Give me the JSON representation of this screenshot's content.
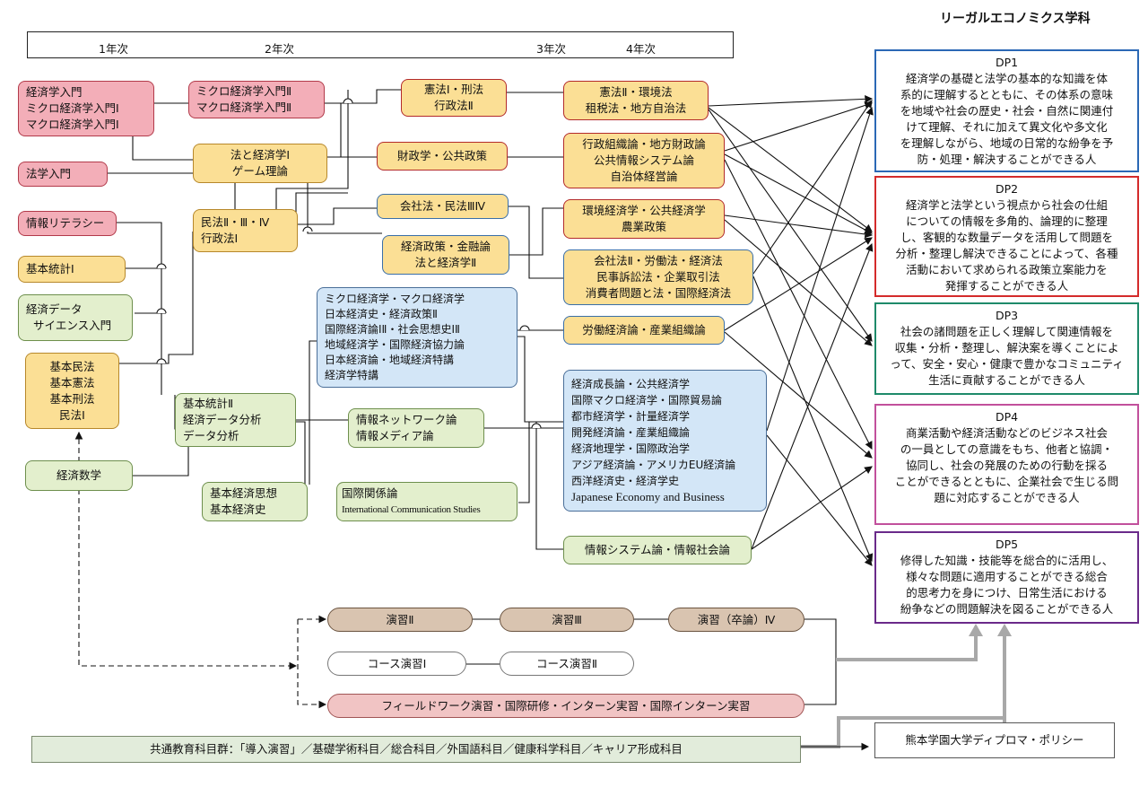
{
  "header": {
    "department": "リーガルエコノミクス学科"
  },
  "years": [
    "1年次",
    "2年次",
    "3年次",
    "4年次"
  ],
  "courses": {
    "keizai_nyumon": [
      "経済学入門",
      "ミクロ経済学入門Ⅰ",
      "マクロ経済学入門Ⅰ"
    ],
    "micro_macro2": [
      "ミクロ経済学入門Ⅱ",
      "マクロ経済学入門Ⅱ"
    ],
    "kenpo_keiho": [
      "憲法Ⅰ・刑法",
      "行政法Ⅱ"
    ],
    "kenpo2": [
      "憲法Ⅱ・環境法",
      "租税法・地方自治法"
    ],
    "hogaku_nyumon": "法学入門",
    "hou_keizai1": [
      "法と経済学Ⅰ",
      "ゲーム理論"
    ],
    "zaisei": "財政学・公共政策",
    "gyosei": [
      "行政組織論・地方財政論",
      "公共情報システム論",
      "自治体経営論"
    ],
    "joho_literacy": "情報リテラシー",
    "minpo": [
      "民法Ⅱ・Ⅲ・Ⅳ",
      "行政法Ⅰ"
    ],
    "kaisha_minpo": "会社法・民法ⅢⅣ",
    "kankyo": [
      "環境経済学・公共経済学",
      "農業政策"
    ],
    "kihon_tokei1": "基本統計Ⅰ",
    "keizai_seisaku": [
      "経済政策・金融論",
      "法と経済学Ⅱ"
    ],
    "kaisha2": [
      "会社法Ⅱ・労働法・経済法",
      "民事訴訟法・企業取引法",
      "消費者問題と法・国際経済法"
    ],
    "data_science": [
      "経済データ",
      "サイエンス入門"
    ],
    "micro_group": [
      "ミクロ経済学・マクロ経済学",
      "日本経済史・経済政策Ⅱ",
      "国際経済論ⅠⅡ・社会思想史ⅠⅡ",
      "地域経済学・国際経済協力論",
      "日本経済論・地域経済特講",
      "経済学特講"
    ],
    "rodo": "労働経済論・産業組織論",
    "kihon_hou": [
      "基本民法",
      "基本憲法",
      "基本刑法",
      "民法Ⅰ"
    ],
    "kihon_tokei2": [
      "基本統計Ⅱ",
      "経済データ分析",
      "データ分析"
    ],
    "joho_network": [
      "情報ネットワーク論",
      "情報メディア論"
    ],
    "seicho_group": [
      "経済成長論・公共経済学",
      "国際マクロ経済学・国際貿易論",
      "都市経済学・計量経済学",
      "開発経済論・産業組織論",
      "経済地理学・国際政治学",
      "アジア経済論・アメリカEU経済論",
      "西洋経済史・経済学史",
      "Japanese Economy and Business"
    ],
    "keizai_sugaku": "経済数学",
    "kihon_shiso": [
      "基本経済思想",
      "基本経済史"
    ],
    "kokusai_kankei": [
      "国際関係論",
      "International Communication Studies"
    ],
    "joho_system": "情報システム論・情報社会論"
  },
  "seminars": {
    "enshu2": "演習Ⅱ",
    "enshu3": "演習Ⅲ",
    "enshu4": "演習（卒論）Ⅳ",
    "course1": "コース演習Ⅰ",
    "course2": "コース演習Ⅱ",
    "field": "フィールドワーク演習・国際研修・インターン実習・国際インターン実習"
  },
  "common": "共通教育科目群：「導入演習」／基礎学術科目／総合科目／外国語科目／健康科学科目／キャリア形成科目",
  "diploma_policy": "熊本学園大学ディプロマ・ポリシー",
  "dps": [
    {
      "title": "DP1",
      "text": [
        "経済学の基礎と法学の基本的な知識を体",
        "系的に理解するとともに、その体系の意味",
        "を地域や社会の歴史・社会・自然に関連付",
        "けて理解、それに加えて異文化や多文化",
        "を理解しながら、地域の日常的な紛争を予",
        "防・処理・解決することができる人"
      ],
      "color": "#2b68b5"
    },
    {
      "title": "DP2",
      "text": [
        "経済学と法学という視点から社会の仕組",
        "についての情報を多角的、論理的に整理",
        "し、客観的な数量データを活用して問題を",
        "分析・整理し解決できることによって、各種",
        "活動において求められる政策立案能力を",
        "発揮することができる人"
      ],
      "color": "#d42b2b"
    },
    {
      "title": "DP3",
      "text": [
        "社会の諸問題を正しく理解して関連情報を",
        "収集・分析・整理し、解決案を導くことによ",
        "って、安全・安心・健康で豊かなコミュニティ",
        "生活に貢献することができる人"
      ],
      "color": "#1e8a6a"
    },
    {
      "title": "DP4",
      "text": [
        "商業活動や経済活動などのビジネス社会",
        "の一員としての意識をもち、他者と協調・",
        "協同し、社会の発展のための行動を採る",
        "ことができるとともに、企業社会で生じる問",
        "題に対応することができる人"
      ],
      "color": "#c2509c"
    },
    {
      "title": "DP5",
      "text": [
        "修得した知識・技能等を総合的に活用し、",
        "様々な問題に適用することができる総合",
        "的思考力を身につけ、日常生活における",
        "紛争などの問題解決を図ることができる人"
      ],
      "color": "#6a2a8a"
    }
  ]
}
